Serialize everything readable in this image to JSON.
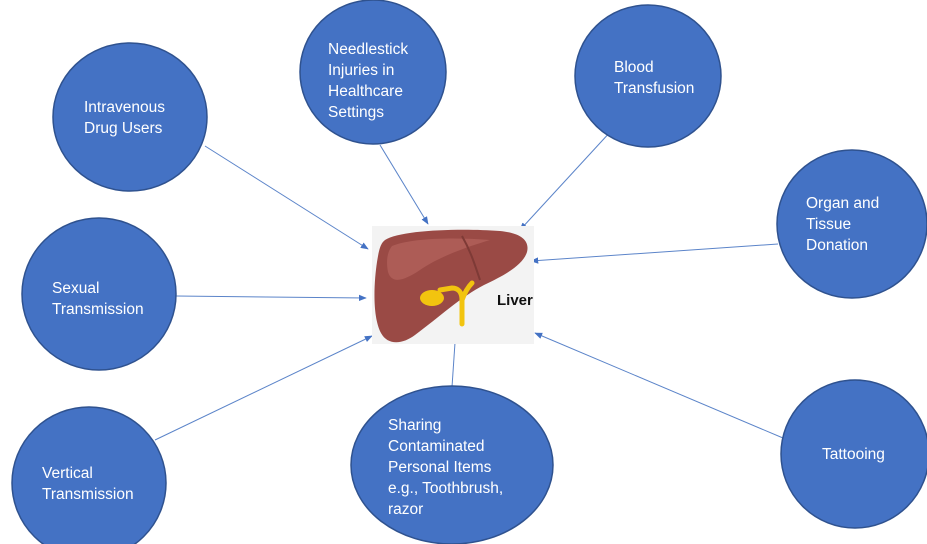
{
  "center": {
    "label": "Liver",
    "icon": "liver-icon"
  },
  "colors": {
    "node_fill": "#4472c4",
    "node_stroke": "#2f528f",
    "edge": "#5b84c9",
    "liver": "#9a4a45",
    "gallbladder": "#f2c40f"
  },
  "nodes": [
    {
      "id": "intravenous-drug-users",
      "lines": [
        "Intravenous",
        "Drug Users"
      ]
    },
    {
      "id": "needlestick-injuries",
      "lines": [
        "Needlestick",
        "Injuries in",
        "Healthcare",
        "Settings"
      ]
    },
    {
      "id": "blood-transfusion",
      "lines": [
        "Blood",
        "Transfusion"
      ]
    },
    {
      "id": "organ-tissue-donation",
      "lines": [
        "Organ and",
        "Tissue",
        "Donation"
      ]
    },
    {
      "id": "sexual-transmission",
      "lines": [
        "Sexual",
        "Transmission"
      ]
    },
    {
      "id": "vertical-transmission",
      "lines": [
        "Vertical",
        "Transmission"
      ]
    },
    {
      "id": "sharing-personal-items",
      "lines": [
        "Sharing",
        "Contaminated",
        "Personal Items",
        "e.g., Toothbrush,",
        "razor"
      ]
    },
    {
      "id": "tattooing",
      "lines": [
        "Tattooing"
      ]
    }
  ]
}
